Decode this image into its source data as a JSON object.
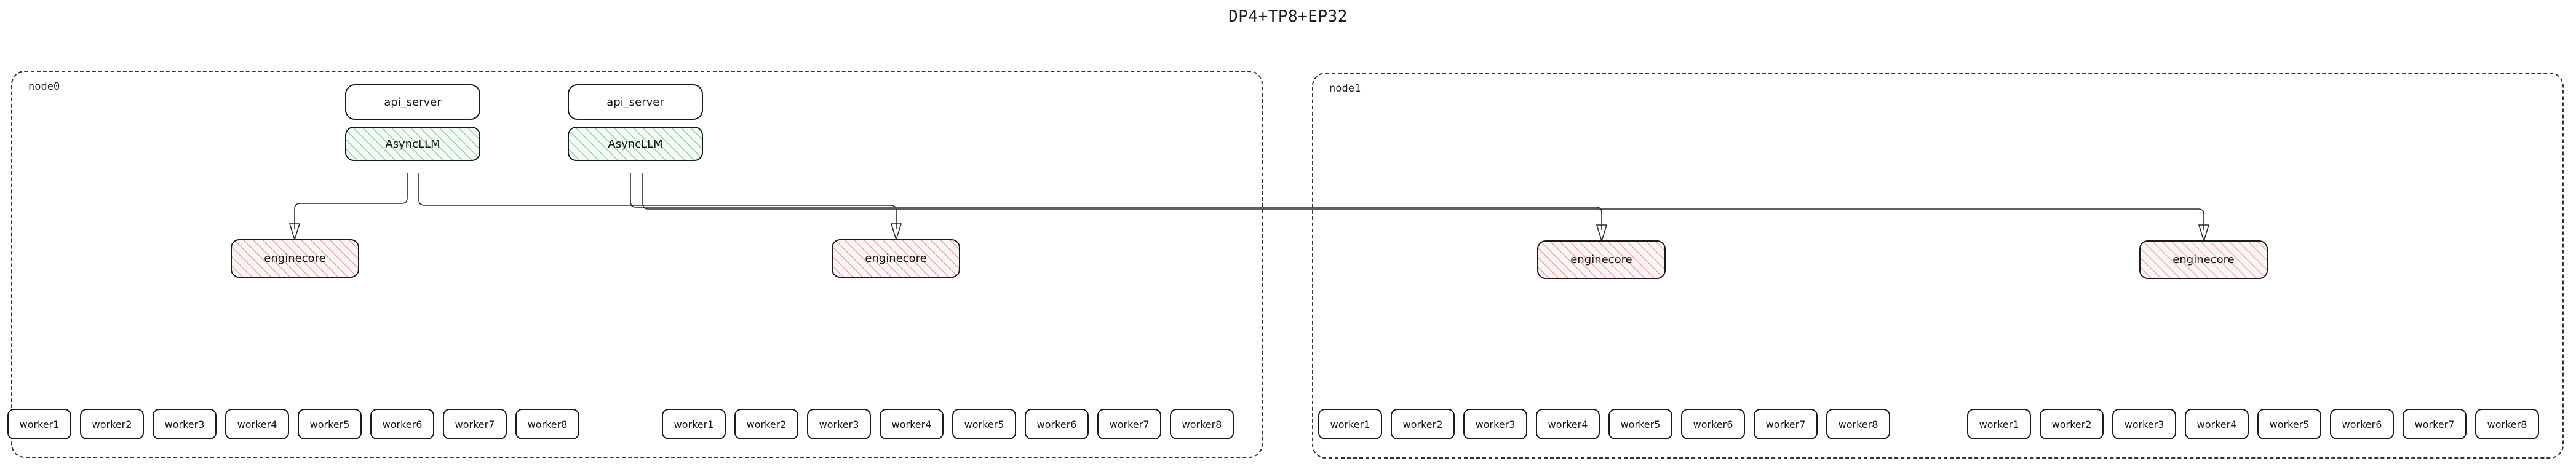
{
  "title": "DP4+TP8+EP32",
  "nodes": [
    {
      "id": "node0",
      "label": "node0",
      "api_servers": [
        {
          "label": "api_server"
        },
        {
          "label": "api_server"
        }
      ],
      "async_llms": [
        {
          "label": "AsyncLLM"
        },
        {
          "label": "AsyncLLM"
        }
      ],
      "enginecores": [
        {
          "label": "enginecore"
        },
        {
          "label": "enginecore"
        }
      ],
      "worker_groups": [
        {
          "workers": [
            "worker1",
            "worker2",
            "worker3",
            "worker4",
            "worker5",
            "worker6",
            "worker7",
            "worker8"
          ]
        },
        {
          "workers": [
            "worker1",
            "worker2",
            "worker3",
            "worker4",
            "worker5",
            "worker6",
            "worker7",
            "worker8"
          ]
        }
      ]
    },
    {
      "id": "node1",
      "label": "node1",
      "api_servers": [],
      "async_llms": [],
      "enginecores": [
        {
          "label": "enginecore"
        },
        {
          "label": "enginecore"
        }
      ],
      "worker_groups": [
        {
          "workers": [
            "worker1",
            "worker2",
            "worker3",
            "worker4",
            "worker5",
            "worker6",
            "worker7",
            "worker8"
          ]
        },
        {
          "workers": [
            "worker1",
            "worker2",
            "worker3",
            "worker4",
            "worker5",
            "worker6",
            "worker7",
            "worker8"
          ]
        }
      ]
    }
  ],
  "colors": {
    "asyncllm_hatch": "#4caf70",
    "enginecore_hatch": "#e27878",
    "border": "#1b1b1b",
    "cluster_border": "#333333",
    "edge": "#2a2a2a",
    "text": "#161616",
    "background": "#ffffff"
  }
}
